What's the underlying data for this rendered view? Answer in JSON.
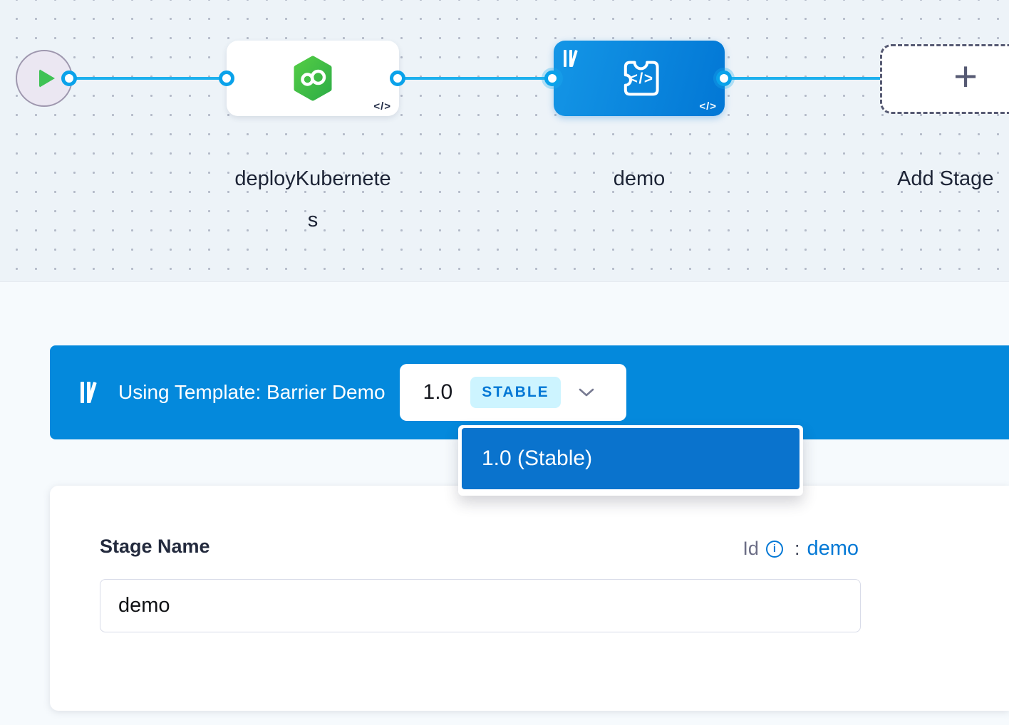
{
  "canvas": {
    "stage1_label": "deployKubernetes",
    "stage2_label": "demo",
    "add_stage_label": "Add Stage",
    "plus_glyph": "+",
    "code_icon_label": "</>"
  },
  "banner": {
    "text": "Using Template: Barrier Demo",
    "version": "1.0",
    "badge": "STABLE"
  },
  "dropdown": {
    "selected_item": "1.0 (Stable)"
  },
  "form": {
    "stage_name_label": "Stage Name",
    "stage_name_value": "demo",
    "id_label": "Id",
    "info_icon_glyph": "i",
    "id_colon": ":",
    "id_value": "demo"
  },
  "icons": {
    "start": "play-icon",
    "stage1": "deployment-hexagon-infinity-icon",
    "stage2": "custom-stage-code-icon",
    "template": "template-library-icon",
    "code": "code-icon",
    "plus": "plus-icon",
    "chevron": "chevron-down-icon",
    "info": "info-icon"
  },
  "colors": {
    "banner_blue": "#0489dc",
    "primary_blue": "#0277d5",
    "dropdown_item_blue": "#0a73cd",
    "edge_blue": "#1db0ee",
    "stage_green": "#3fc24a",
    "stable_badge_bg": "#cdf4ff",
    "canvas_bg": "#edf3f8",
    "dashed_border": "#565a73"
  }
}
